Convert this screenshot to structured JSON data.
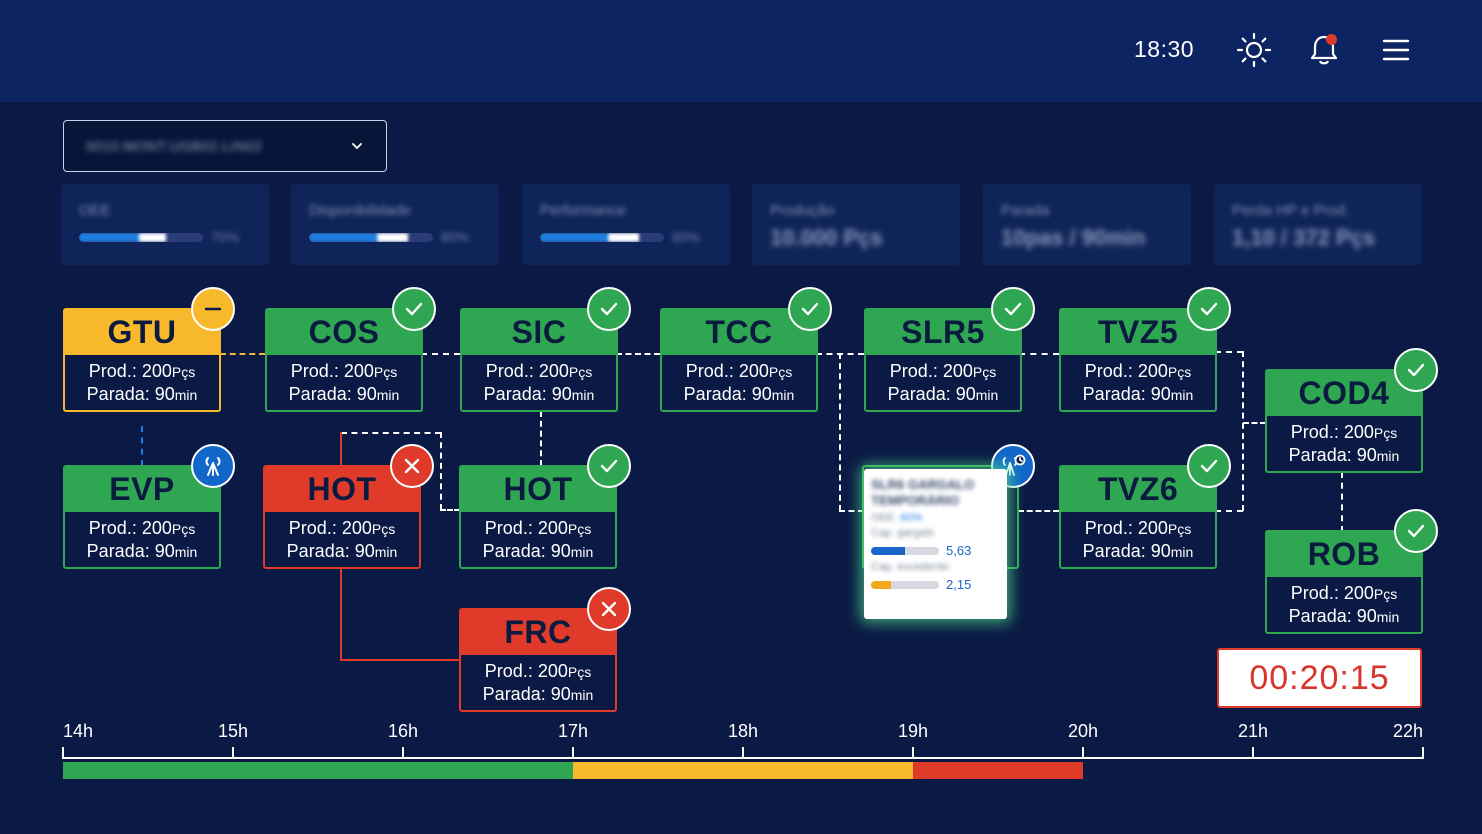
{
  "header": {
    "time": "18:30",
    "icons": {
      "theme": "sun-icon",
      "notifications": "bell-icon",
      "menu": "hamburger-menu-icon"
    }
  },
  "line_selector": {
    "value": "0010.MONT.UGB02.LIN02"
  },
  "kpis": [
    {
      "title": "OEE",
      "percent": 70,
      "percent_label": "70%"
    },
    {
      "title": "Disponibilidade",
      "percent": 80,
      "percent_label": "80%"
    },
    {
      "title": "Performance",
      "percent": 80,
      "percent_label": "80%"
    },
    {
      "title": "Produção",
      "value": "10.000 Pçs"
    },
    {
      "title": "Parada",
      "value": "10pas / 90min"
    },
    {
      "title": "Perda HP e Prod.",
      "value": "1,10 / 372 Pçs"
    }
  ],
  "nodes": {
    "gtu": {
      "name": "GTU",
      "prod": "Prod.: 200",
      "prod_unit": "Pçs",
      "stop": "Parada: 90",
      "stop_unit": "min",
      "status": "warning"
    },
    "cos": {
      "name": "COS",
      "prod": "Prod.: 200",
      "prod_unit": "Pçs",
      "stop": "Parada: 90",
      "stop_unit": "min",
      "status": "ok"
    },
    "sic": {
      "name": "SIC",
      "prod": "Prod.: 200",
      "prod_unit": "Pçs",
      "stop": "Parada: 90",
      "stop_unit": "min",
      "status": "ok"
    },
    "tcc": {
      "name": "TCC",
      "prod": "Prod.: 200",
      "prod_unit": "Pçs",
      "stop": "Parada: 90",
      "stop_unit": "min",
      "status": "ok"
    },
    "slr5": {
      "name": "SLR5",
      "prod": "Prod.: 200",
      "prod_unit": "Pçs",
      "stop": "Parada: 90",
      "stop_unit": "min",
      "status": "ok"
    },
    "tvz5": {
      "name": "TVZ5",
      "prod": "Prod.: 200",
      "prod_unit": "Pçs",
      "stop": "Parada: 90",
      "stop_unit": "min",
      "status": "ok"
    },
    "cod4": {
      "name": "COD4",
      "prod": "Prod.: 200",
      "prod_unit": "Pçs",
      "stop": "Parada: 90",
      "stop_unit": "min",
      "status": "ok"
    },
    "evp": {
      "name": "EVP",
      "prod": "Prod.: 200",
      "prod_unit": "Pçs",
      "stop": "Parada: 90",
      "stop_unit": "min",
      "status": "info"
    },
    "hot1": {
      "name": "HOT",
      "prod": "Prod.: 200",
      "prod_unit": "Pçs",
      "stop": "Parada: 90",
      "stop_unit": "min",
      "status": "error"
    },
    "hot2": {
      "name": "HOT",
      "prod": "Prod.: 200",
      "prod_unit": "Pçs",
      "stop": "Parada: 90",
      "stop_unit": "min",
      "status": "ok"
    },
    "tvz6": {
      "name": "TVZ6",
      "prod": "Prod.: 200",
      "prod_unit": "Pçs",
      "stop": "Parada: 90",
      "stop_unit": "min",
      "status": "ok"
    },
    "rob": {
      "name": "ROB",
      "prod": "Prod.: 200",
      "prod_unit": "Pçs",
      "stop": "Parada: 90",
      "stop_unit": "min",
      "status": "ok"
    },
    "frc": {
      "name": "FRC",
      "prod": "Prod.: 200",
      "prod_unit": "Pçs",
      "stop": "Parada: 90",
      "stop_unit": "min",
      "status": "error"
    }
  },
  "tooltip": {
    "title": "SLR6 GARGALO TEMPORÁRIO",
    "oee_label": "OEE:",
    "oee_value": "60%",
    "cap_gargalo_label": "Cap. gargalo",
    "cap_gargalo_value": "5,63",
    "cap_gargalo_fill": 0.5,
    "cap_excedente_label": "Cap. excedente:",
    "cap_excedente_value": "2,15",
    "cap_excedente_fill": 0.3,
    "colors": {
      "gargalo": "#1d66c9",
      "excedente": "#f0a81e"
    }
  },
  "timer": "00:20:15",
  "timeline": {
    "labels": [
      "14h",
      "15h",
      "16h",
      "17h",
      "18h",
      "19h",
      "20h",
      "21h",
      "22h"
    ],
    "segments": [
      {
        "from": "14h",
        "to": "17h",
        "color": "#2fa651"
      },
      {
        "from": "17h",
        "to": "19h",
        "color": "#f7b92b"
      },
      {
        "from": "19h",
        "to": "20h",
        "color": "#e03a2b"
      }
    ]
  },
  "colors": {
    "ok": "#2fa651",
    "warning": "#f7b92b",
    "error": "#e03a2b",
    "info": "#1066c9",
    "background": "#0a1a44",
    "header": "#0c2461"
  }
}
